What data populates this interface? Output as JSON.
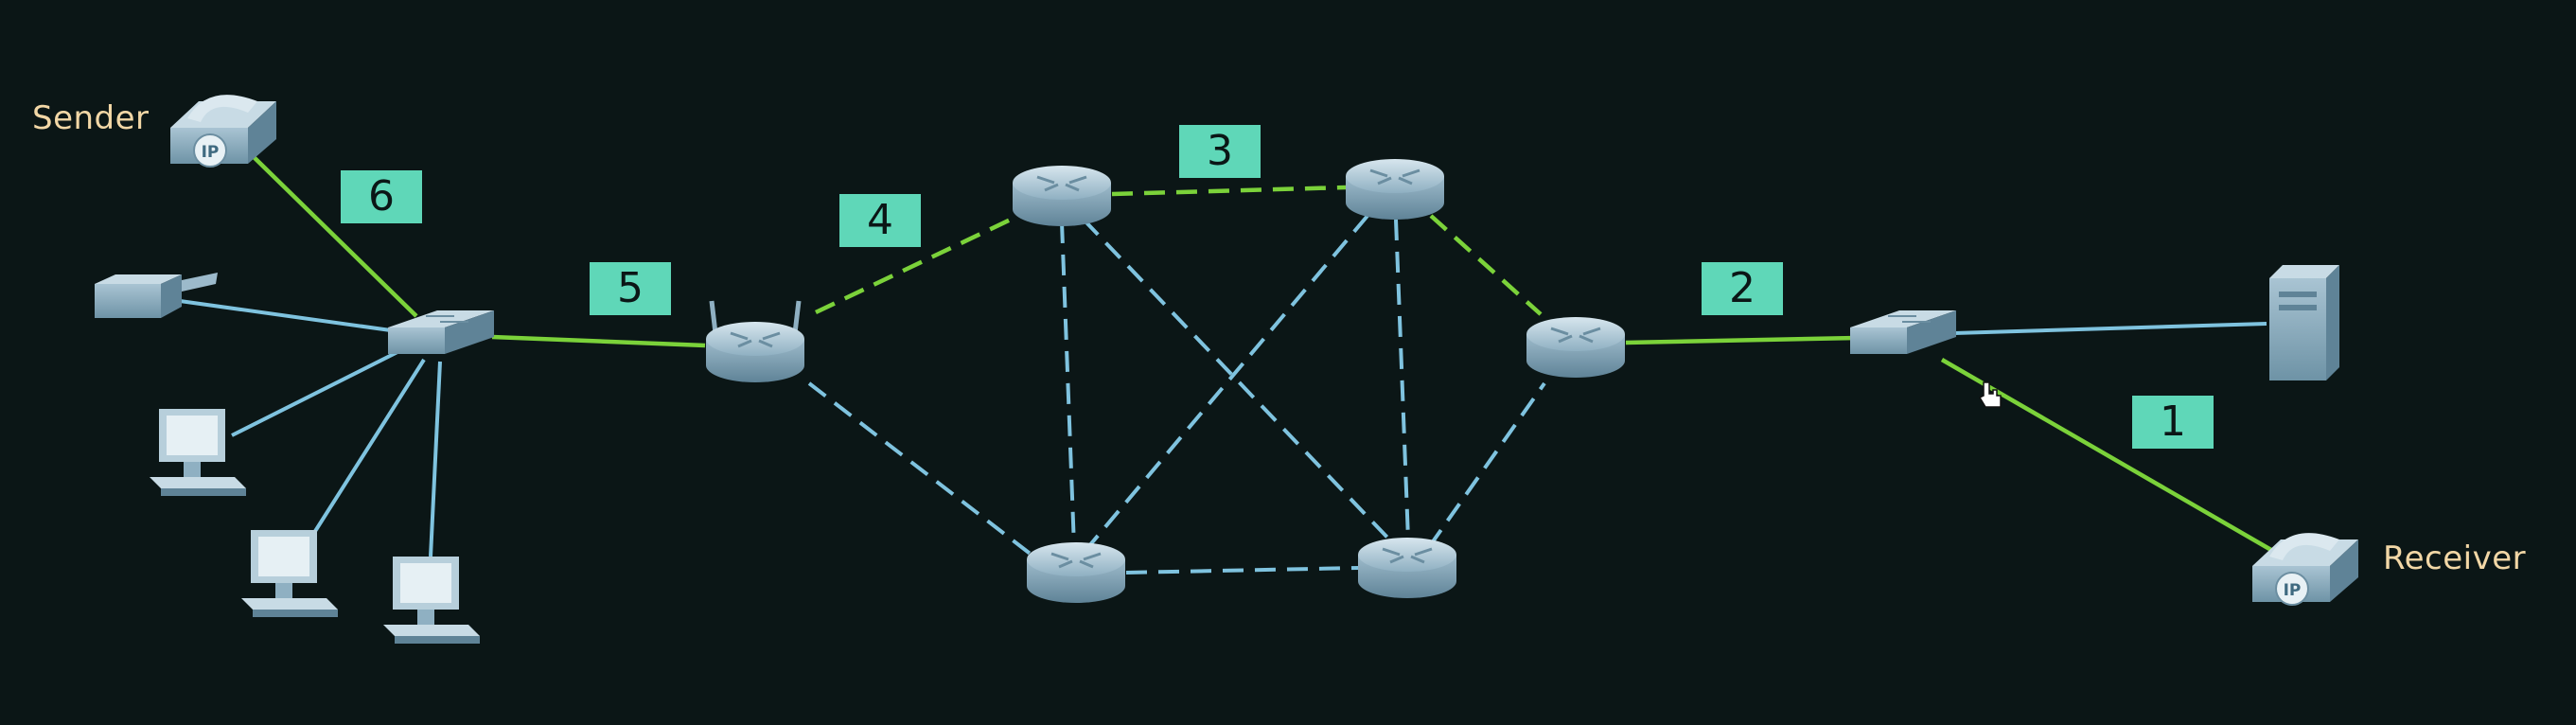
{
  "labels": {
    "sender": "Sender",
    "receiver": "Receiver"
  },
  "hops": [
    "1",
    "2",
    "3",
    "4",
    "5",
    "6"
  ],
  "colors": {
    "background": "#0b1616",
    "active_link": "#7bd23a",
    "idle_link": "#7fc3df",
    "hop_box": "#5fd7b8",
    "label_text": "#f2d7a6",
    "device": "#8fb3c9"
  },
  "devices": [
    {
      "id": "sender-phone",
      "type": "ip-phone-icon",
      "badge": "IP"
    },
    {
      "id": "receiver-phone",
      "type": "ip-phone-icon",
      "badge": "IP"
    },
    {
      "id": "left-switch",
      "type": "switch-icon"
    },
    {
      "id": "right-switch",
      "type": "switch-icon"
    },
    {
      "id": "edge-router-left",
      "type": "wireless-router-icon"
    },
    {
      "id": "core-router-top-left",
      "type": "router-icon"
    },
    {
      "id": "core-router-top-right",
      "type": "router-icon"
    },
    {
      "id": "core-router-bottom-left",
      "type": "router-icon"
    },
    {
      "id": "core-router-bottom-right",
      "type": "router-icon"
    },
    {
      "id": "edge-router-right",
      "type": "router-icon"
    },
    {
      "id": "printer",
      "type": "printer-icon"
    },
    {
      "id": "pc-1",
      "type": "computer-icon"
    },
    {
      "id": "pc-2",
      "type": "computer-icon"
    },
    {
      "id": "pc-3",
      "type": "computer-icon"
    },
    {
      "id": "server",
      "type": "server-icon"
    },
    {
      "id": "cursor",
      "type": "hand-cursor-icon"
    }
  ]
}
